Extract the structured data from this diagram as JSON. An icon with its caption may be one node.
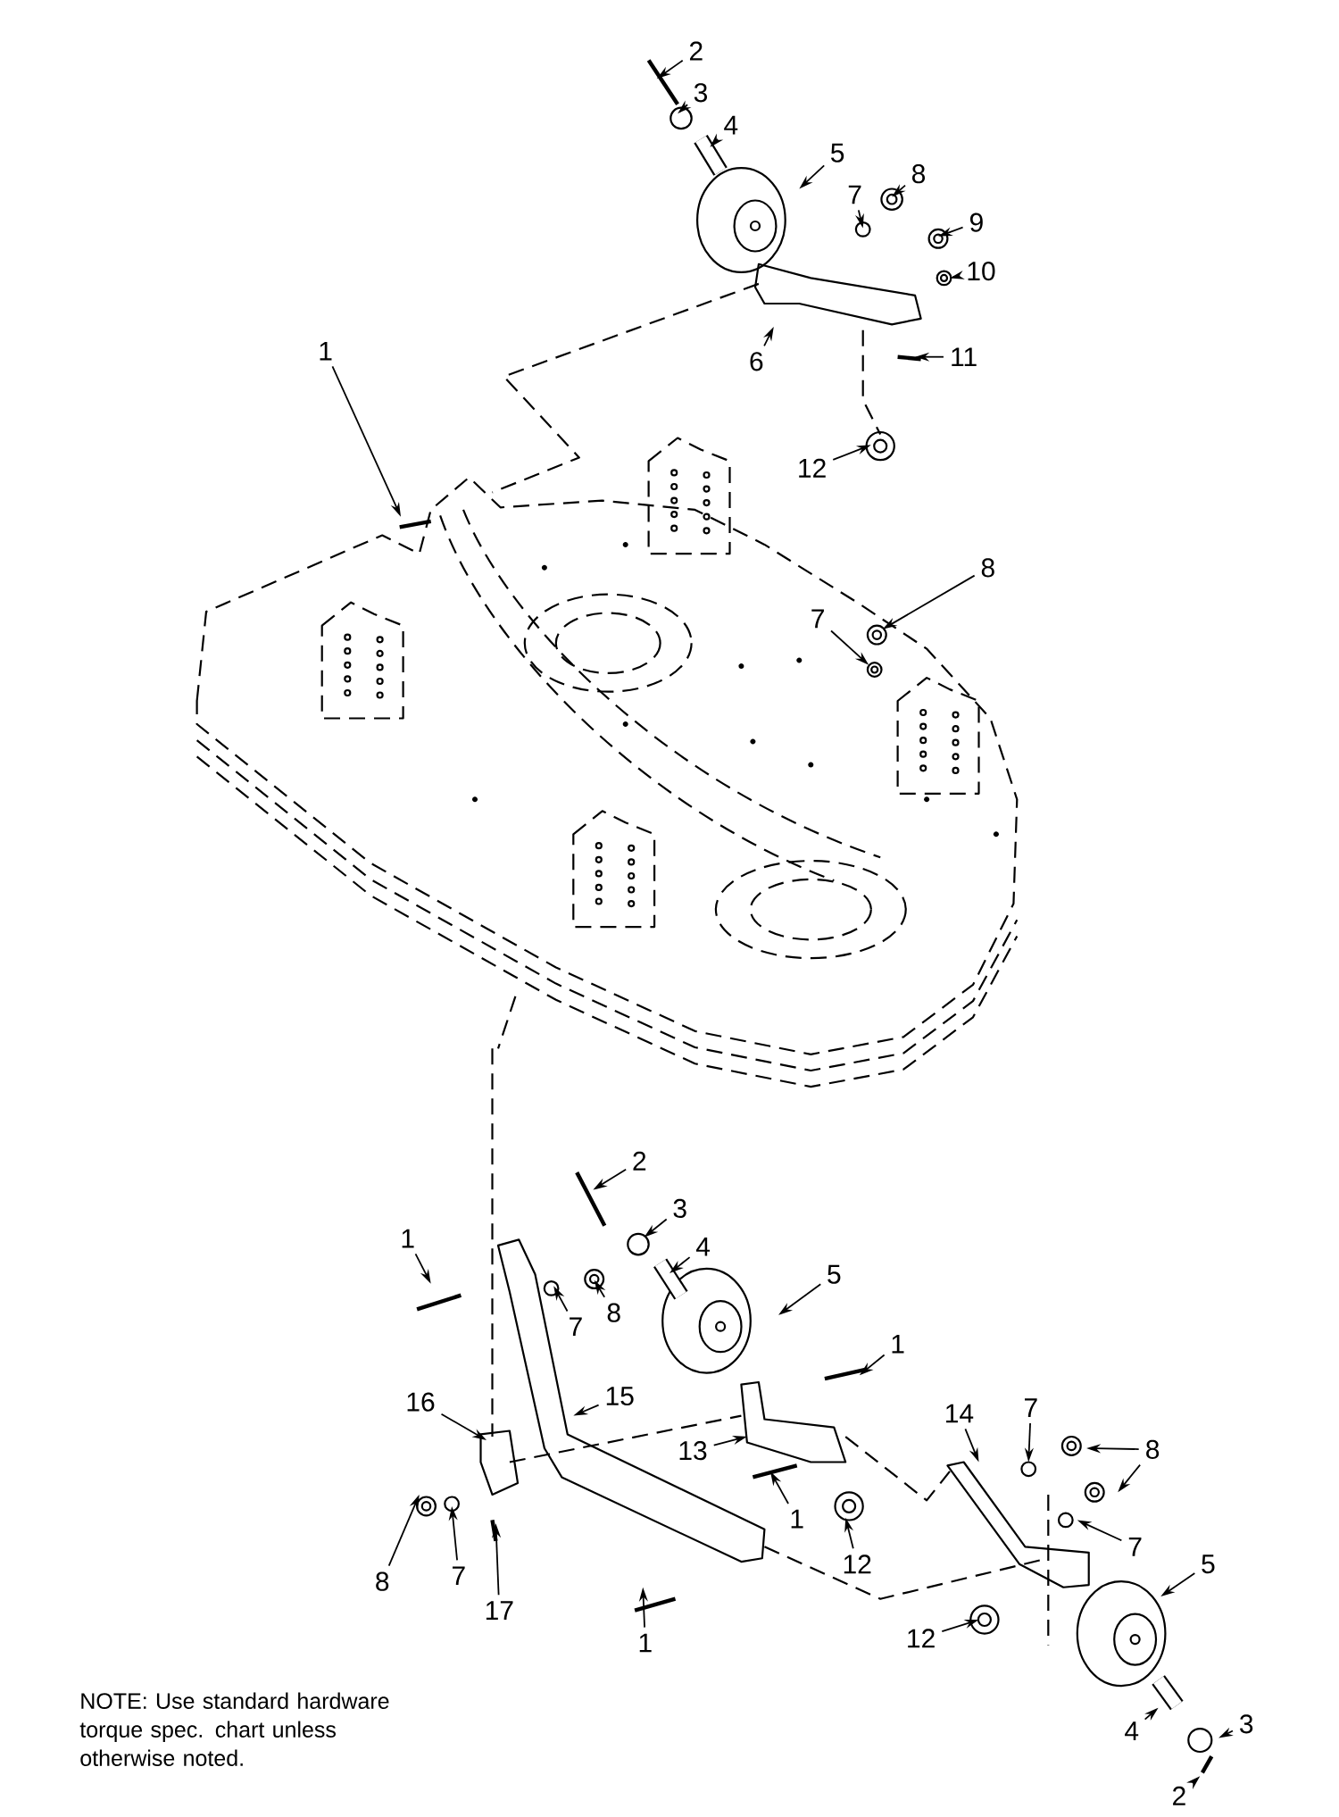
{
  "diagram": {
    "nodes": [
      {
        "text": [
          "2"
        ]
      },
      {
        "text": [
          "3"
        ]
      },
      {
        "text": [
          "4"
        ]
      },
      {
        "text": [
          "5"
        ]
      },
      {
        "text": [
          "8"
        ]
      },
      {
        "text": [
          "7"
        ]
      },
      {
        "text": [
          "9"
        ]
      },
      {
        "text": [
          "10"
        ]
      },
      {
        "text": [
          "1"
        ]
      },
      {
        "text": [
          "6"
        ]
      },
      {
        "text": [
          "11"
        ]
      },
      {
        "text": [
          "12"
        ]
      },
      {
        "text": [
          "8"
        ]
      },
      {
        "text": [
          "7"
        ]
      },
      {
        "text": [
          "2"
        ]
      },
      {
        "text": [
          "3"
        ]
      },
      {
        "text": [
          "1"
        ]
      },
      {
        "text": [
          "4"
        ]
      },
      {
        "text": [
          "7"
        ]
      },
      {
        "text": [
          "8"
        ]
      },
      {
        "text": [
          "5"
        ]
      },
      {
        "text": [
          "1"
        ]
      },
      {
        "text": [
          "16"
        ]
      },
      {
        "text": [
          "15"
        ]
      },
      {
        "text": [
          "14"
        ]
      },
      {
        "text": [
          "7"
        ]
      },
      {
        "text": [
          "8"
        ]
      },
      {
        "text": [
          "13"
        ]
      },
      {
        "text": [
          "1"
        ]
      },
      {
        "text": [
          "12"
        ]
      },
      {
        "text": [
          "7"
        ]
      },
      {
        "text": [
          "8"
        ]
      },
      {
        "text": [
          "7"
        ]
      },
      {
        "text": [
          "17"
        ]
      },
      {
        "text": [
          "5"
        ]
      },
      {
        "text": [
          "1"
        ]
      },
      {
        "text": [
          "12"
        ]
      },
      {
        "text": [
          "3"
        ]
      },
      {
        "text": [
          "4"
        ]
      },
      {
        "text": [
          "2"
        ]
      }
    ],
    "edges": [
      {
        "from": 0,
        "to": null,
        "arrow": "to"
      },
      {
        "from": 1,
        "to": null,
        "arrow": "to"
      },
      {
        "from": 2,
        "to": null,
        "arrow": "to"
      },
      {
        "from": 3,
        "to": null,
        "arrow": "to"
      },
      {
        "from": 4,
        "to": null,
        "arrow": "to"
      },
      {
        "from": 5,
        "to": null,
        "arrow": "to"
      },
      {
        "from": 6,
        "to": null,
        "arrow": "to"
      },
      {
        "from": 7,
        "to": null,
        "arrow": "to"
      },
      {
        "from": 8,
        "to": null,
        "arrow": "to"
      },
      {
        "from": 9,
        "to": null,
        "arrow": "to"
      },
      {
        "from": 10,
        "to": null,
        "arrow": "to"
      },
      {
        "from": 11,
        "to": null,
        "arrow": "to"
      },
      {
        "from": 12,
        "to": null,
        "arrow": "to"
      },
      {
        "from": 13,
        "to": null,
        "arrow": "to"
      },
      {
        "from": 14,
        "to": null,
        "arrow": "to"
      },
      {
        "from": 15,
        "to": null,
        "arrow": "to"
      },
      {
        "from": 16,
        "to": null,
        "arrow": "to"
      },
      {
        "from": 17,
        "to": null,
        "arrow": "to"
      },
      {
        "from": 18,
        "to": null,
        "arrow": "to"
      },
      {
        "from": 19,
        "to": null,
        "arrow": "to"
      },
      {
        "from": 20,
        "to": null,
        "arrow": "to"
      },
      {
        "from": 21,
        "to": null,
        "arrow": "to"
      },
      {
        "from": 22,
        "to": null,
        "arrow": "to"
      },
      {
        "from": 23,
        "to": null,
        "arrow": "to"
      },
      {
        "from": 24,
        "to": null,
        "arrow": "to"
      },
      {
        "from": 25,
        "to": null,
        "arrow": "to"
      },
      {
        "from": 26,
        "to": null,
        "arrow": "to"
      },
      {
        "from": 26,
        "to": null,
        "arrow": "to"
      },
      {
        "from": 27,
        "to": null,
        "arrow": "to"
      },
      {
        "from": 28,
        "to": null,
        "arrow": "to"
      },
      {
        "from": 29,
        "to": null,
        "arrow": "to"
      },
      {
        "from": 30,
        "to": null,
        "arrow": "to"
      },
      {
        "from": 31,
        "to": null,
        "arrow": "to"
      },
      {
        "from": 32,
        "to": null,
        "arrow": "to"
      },
      {
        "from": 33,
        "to": null,
        "arrow": "to"
      },
      {
        "from": 34,
        "to": null,
        "arrow": "to"
      },
      {
        "from": 35,
        "to": null,
        "arrow": "to"
      },
      {
        "from": 36,
        "to": null,
        "arrow": "to"
      },
      {
        "from": 37,
        "to": null,
        "arrow": "to"
      },
      {
        "from": 38,
        "to": null,
        "arrow": "to"
      },
      {
        "from": 39,
        "to": null,
        "arrow": "to"
      }
    ],
    "labels": [
      "NOTE: Use standard hardware torque spec. chart unless otherwise noted."
    ]
  }
}
